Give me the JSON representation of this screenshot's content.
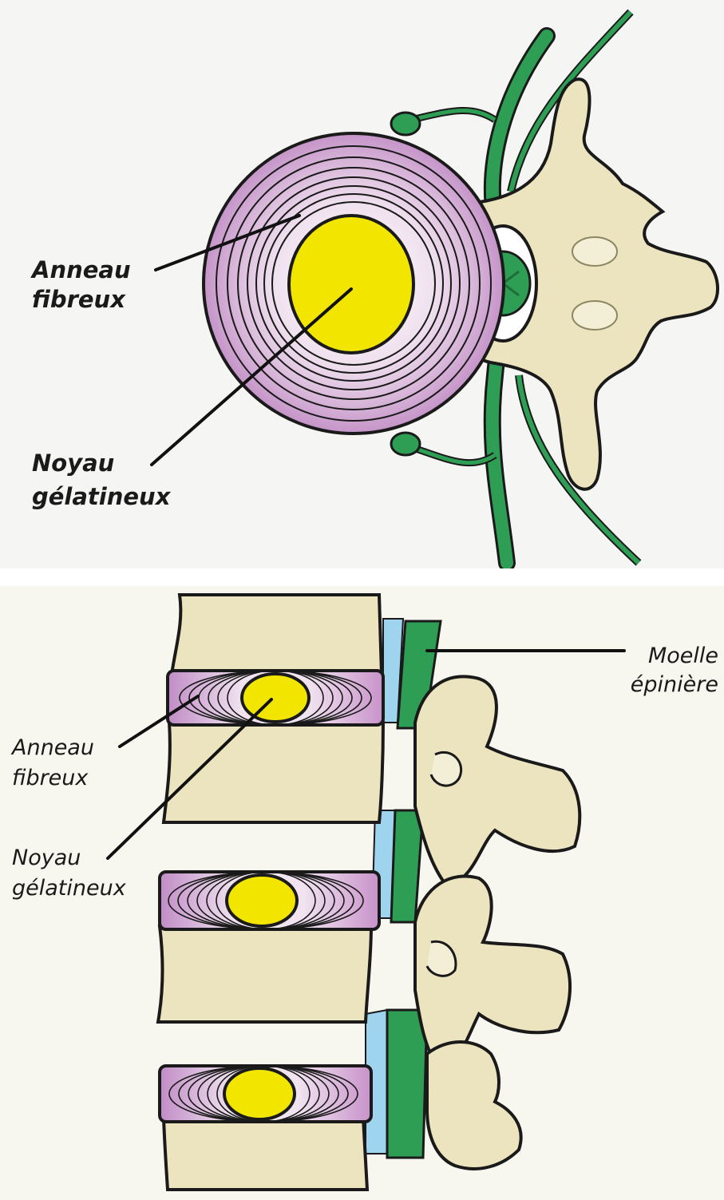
{
  "top_panel": {
    "labels": {
      "annulus_line1": "Anneau",
      "annulus_line2": "fibreux",
      "nucleus_line1": "Noyau",
      "nucleus_line2": "gélatineux"
    }
  },
  "bottom_panel": {
    "labels": {
      "cord_line1": "Moelle",
      "cord_line2": "épinière",
      "annulus_line1": "Anneau",
      "annulus_line2": "fibreux",
      "nucleus_line1": "Noyau",
      "nucleus_line2": "gélatineux"
    }
  },
  "colors": {
    "annulus": "#c89ccc",
    "annulus_light": "#f4e8f2",
    "nucleus": "#f2e600",
    "bone": "#ebe4bf",
    "spinal_cord": "#2f9e55",
    "csf": "#9fd4ee",
    "background_top": "#f4f4f4",
    "background_bottom": "#f7f7ef"
  }
}
